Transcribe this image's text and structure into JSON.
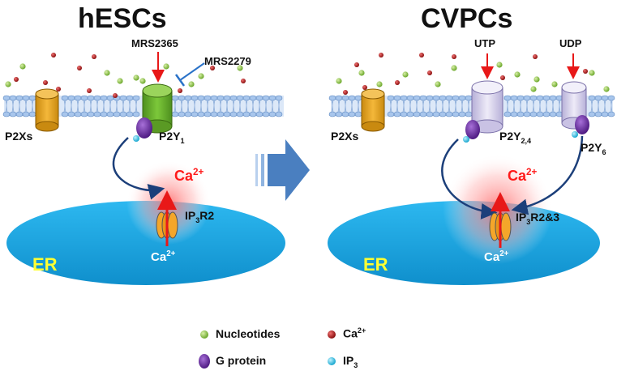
{
  "left_panel": {
    "title": "hESCs",
    "drug_agonist": "MRS2365",
    "drug_antagonist": "MRS2279",
    "channel_label": "P2Xs",
    "receptor_label": "P2Y",
    "receptor_sub": "1",
    "ip3r_prefix": "IP",
    "ip3r_sub": "3",
    "ip3r_suffix": "R2",
    "ca_released": "Ca",
    "ca_released_sup": "2+",
    "ca_store": "Ca",
    "ca_store_sup": "2+",
    "er_label": "ER"
  },
  "right_panel": {
    "title": "CVPCs",
    "agonist_1": "UTP",
    "agonist_2": "UDP",
    "channel_label": "P2Xs",
    "receptor_1_label": "P2Y",
    "receptor_1_sub": "2,4",
    "receptor_2_label": "P2Y",
    "receptor_2_sub": "6",
    "ip3r_prefix": "IP",
    "ip3r_sub": "3",
    "ip3r_suffix": "R2&3",
    "ca_released": "Ca",
    "ca_released_sup": "2+",
    "ca_store": "Ca",
    "ca_store_sup": "2+",
    "er_label": "ER"
  },
  "legend": {
    "nucleotides": "Nucleotides",
    "calcium": "Ca",
    "calcium_sup": "2+",
    "g_protein": "G protein",
    "ip3": "IP",
    "ip3_sub": "3"
  },
  "colors": {
    "er_blue": "#1aa3e0",
    "p2x_gold": "#e8a21a",
    "p2y1_green": "#6ab42c",
    "p2y_lilac": "#d8d4ec",
    "g_protein_purple": "#6a2fa0",
    "nucleotide_green": "#8cc63f",
    "calcium_red": "#b01818",
    "ip3_cyan": "#33c6e8",
    "arrow_red": "#ff1a1a",
    "arrow_navy": "#1c3f7a",
    "membrane_blue": "#bcd4f0",
    "center_arrow": "#4a7fc0"
  }
}
